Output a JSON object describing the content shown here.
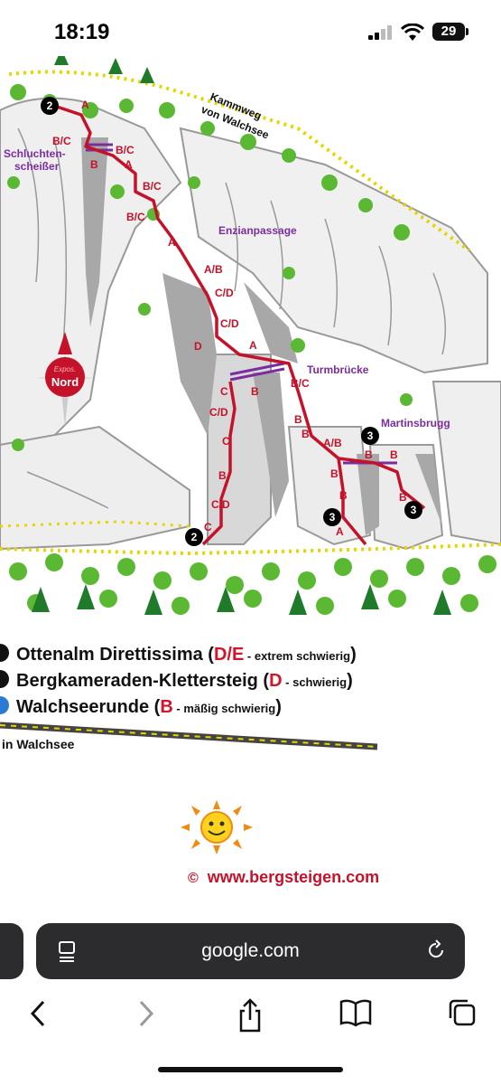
{
  "status_bar": {
    "time": "18:19",
    "battery": "29"
  },
  "map": {
    "labels": {
      "kammweg": "Kammweg",
      "von_walchsee": "von Walchsee",
      "schluchten": "Schluchten-",
      "scheisser": "scheißer",
      "enzianpassage": "Enzianpassage",
      "turmbruecke": "Turmbrücke",
      "martinsbrugg": "Martinsbrugg",
      "expos": "Expos.",
      "nord": "Nord"
    },
    "grades": [
      "A",
      "B/C",
      "B/C",
      "B",
      "A",
      "B/C",
      "B/C",
      "A",
      "A/B",
      "C/D",
      "C/D",
      "D",
      "A",
      "B/C",
      "B",
      "C",
      "C/D",
      "C",
      "B",
      "C/D",
      "C",
      "B",
      "B",
      "A/B",
      "B",
      "B",
      "B",
      "B",
      "B",
      "A"
    ],
    "route_markers": [
      "2",
      "3",
      "2",
      "3",
      "3"
    ]
  },
  "legend": {
    "items": [
      {
        "name": "Ottenalm Direttissima",
        "open": " (",
        "grade": "D/E",
        "note": " - extrem schwierig",
        "close": ")"
      },
      {
        "name": "Bergkameraden-Klettersteig",
        "open": " (",
        "grade": "D",
        "note": " - schwierig",
        "close": ")"
      },
      {
        "name": "Walchseerunde",
        "open": " (",
        "grade": "B",
        "note": " - mäßig schwierig",
        "close": ")"
      }
    ],
    "road_label": "in Walchsee"
  },
  "credit": {
    "symbol": "©",
    "site": "www.bergsteigen.com"
  },
  "browser": {
    "url": "google.com"
  },
  "colors": {
    "route_red": "#c4122a",
    "label_purple": "#7b2d9e",
    "rock_gray": "#a8a8a8",
    "tree_green": "#5bb833"
  }
}
